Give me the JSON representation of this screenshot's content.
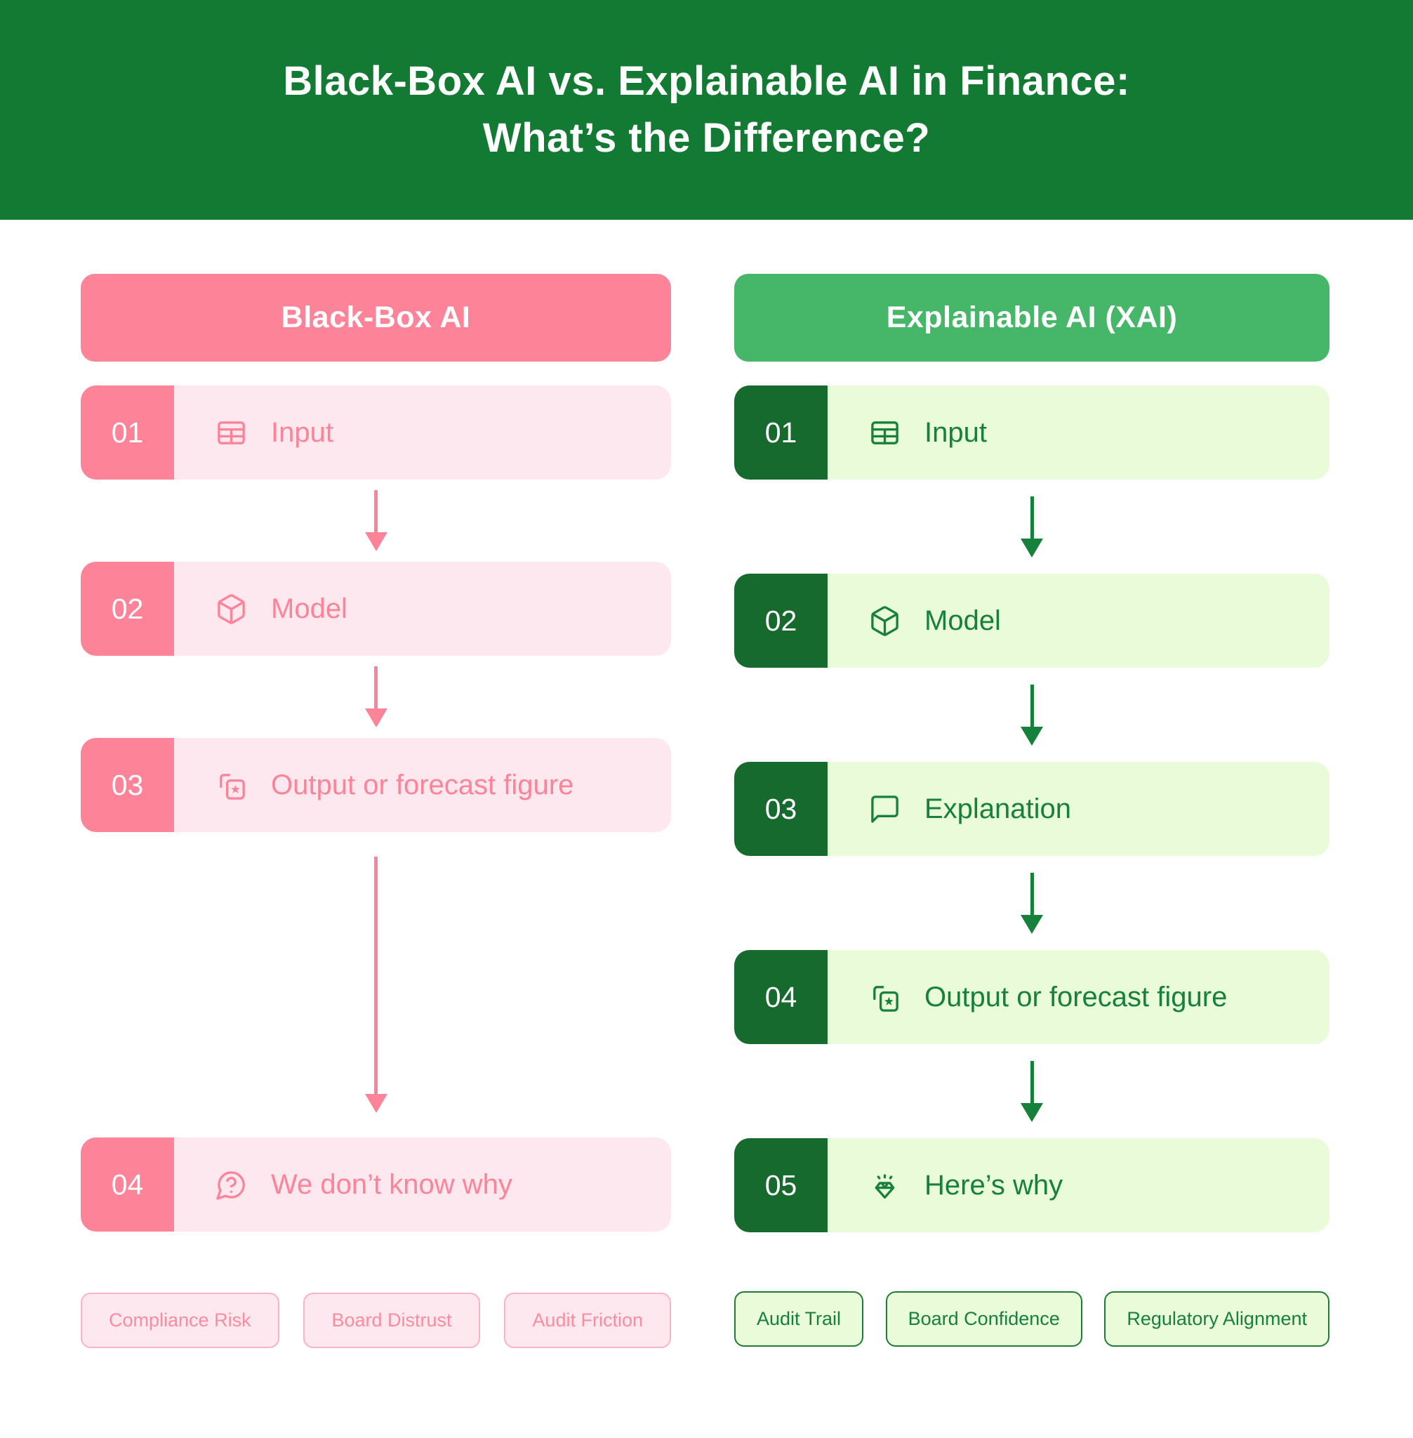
{
  "title": {
    "line1": "Black-Box AI vs. Explainable AI in Finance:",
    "line2": "What’s the Difference?"
  },
  "colors": {
    "banner_green": "#127A33",
    "pink_accent": "#FD8399",
    "pink_light": "#FCE8EE",
    "pink_tag_border": "#FBB3C2",
    "green_mid": "#46B768",
    "green_dark_badge": "#166A2E",
    "green_light": "#E9FBD9",
    "green_text": "#15813A"
  },
  "columns": {
    "blackbox": {
      "header": "Black-Box AI",
      "steps": [
        {
          "num": "01",
          "label": "Input",
          "icon": "table-icon"
        },
        {
          "num": "02",
          "label": "Model",
          "icon": "cube-icon"
        },
        {
          "num": "03",
          "label": "Output or forecast figure",
          "icon": "copy-star-icon"
        },
        {
          "num": "04",
          "label": "We don’t know why",
          "icon": "question-bubble-icon"
        }
      ],
      "tags": [
        "Compliance Risk",
        "Board Distrust",
        "Audit Friction"
      ]
    },
    "xai": {
      "header": "Explainable AI (XAI)",
      "steps": [
        {
          "num": "01",
          "label": "Input",
          "icon": "table-icon"
        },
        {
          "num": "02",
          "label": "Model",
          "icon": "cube-icon"
        },
        {
          "num": "03",
          "label": "Explanation",
          "icon": "speech-bubble-icon"
        },
        {
          "num": "04",
          "label": "Output or forecast figure",
          "icon": "copy-star-icon"
        },
        {
          "num": "05",
          "label": "Here’s why",
          "icon": "gem-icon"
        }
      ],
      "tags": [
        "Audit Trail",
        "Board Confidence",
        "Regulatory Alignment"
      ]
    }
  }
}
